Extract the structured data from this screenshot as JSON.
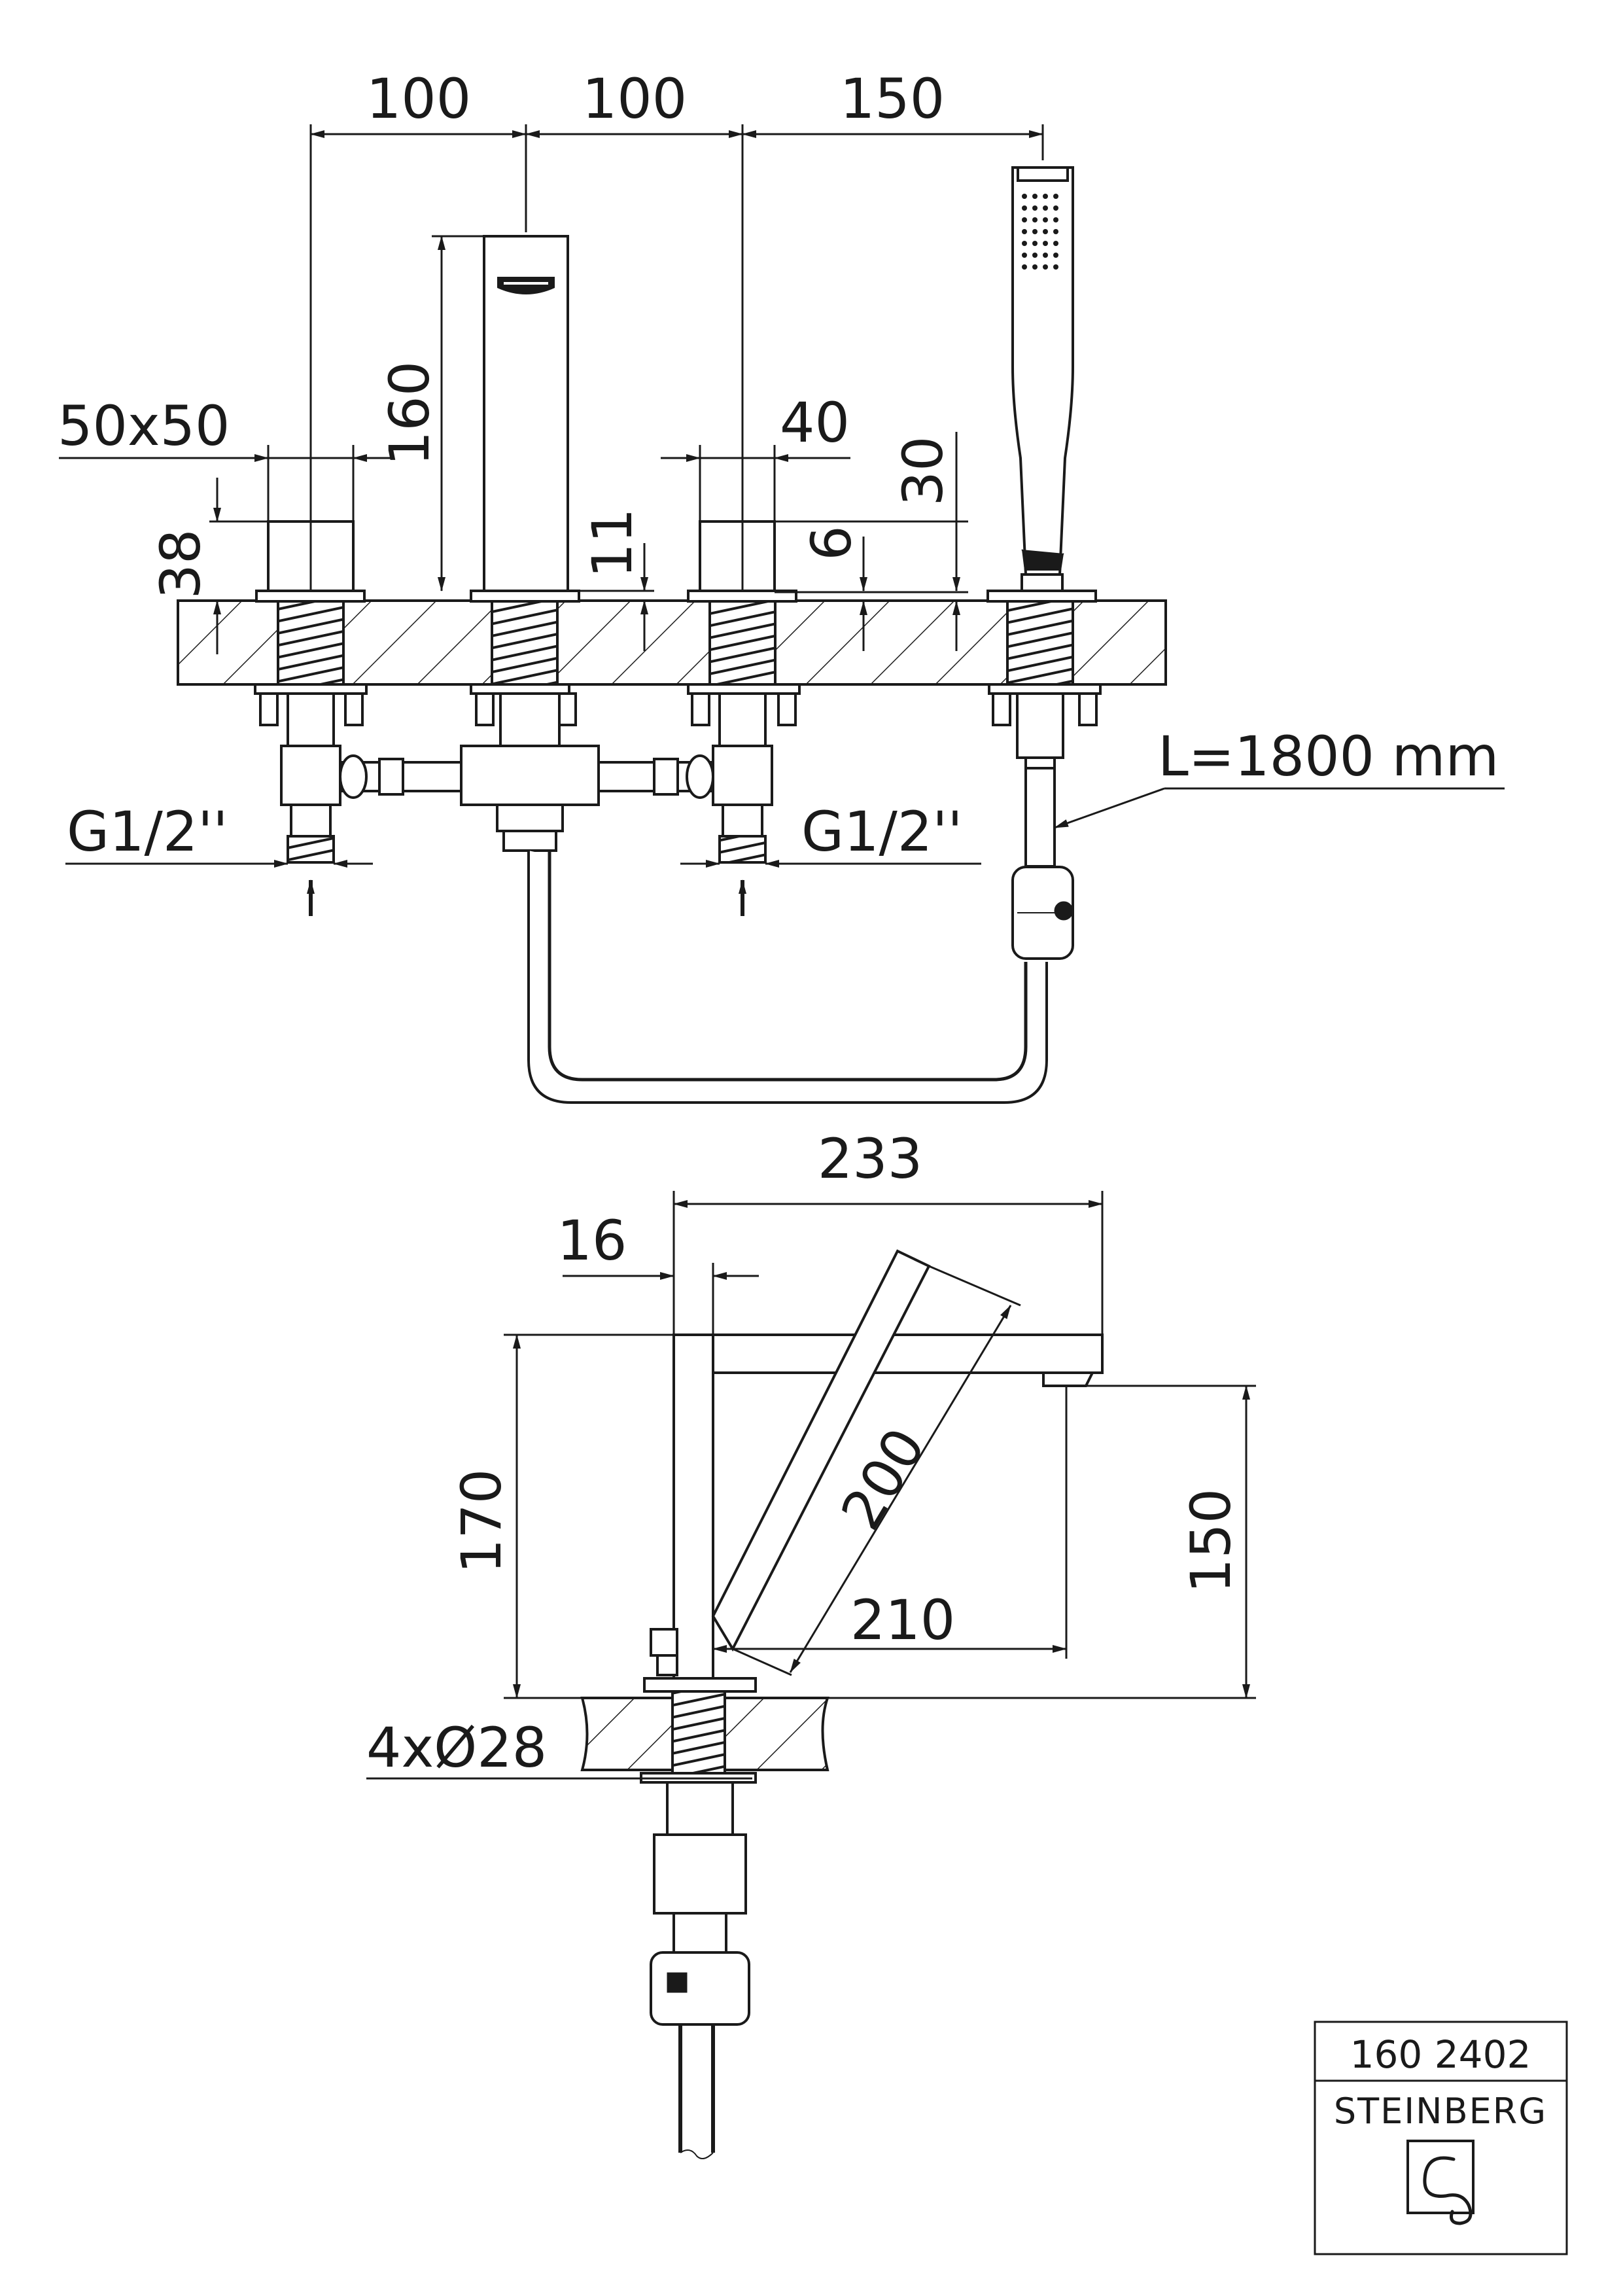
{
  "dimensions": {
    "top_spacing_left": "100",
    "top_spacing_mid": "100",
    "top_spacing_right": "150",
    "spout_height": "160",
    "handle_size": "50x50",
    "handle_height": "38",
    "deck_offset": "11",
    "handle_width_right": "40",
    "right_gap": "6",
    "shower_holder_height": "30",
    "inlet_left": "G1/2''",
    "inlet_right": "G1/2''",
    "hose_length": "L=1800 mm",
    "side_total_width": "233",
    "side_body_width": "16",
    "side_height": "170",
    "side_diagonal": "200",
    "side_reach": "210",
    "side_spout_height": "150",
    "side_holes": "4xØ28"
  },
  "title_block": {
    "article_number": "160 2402",
    "brand": "STEINBERG"
  }
}
